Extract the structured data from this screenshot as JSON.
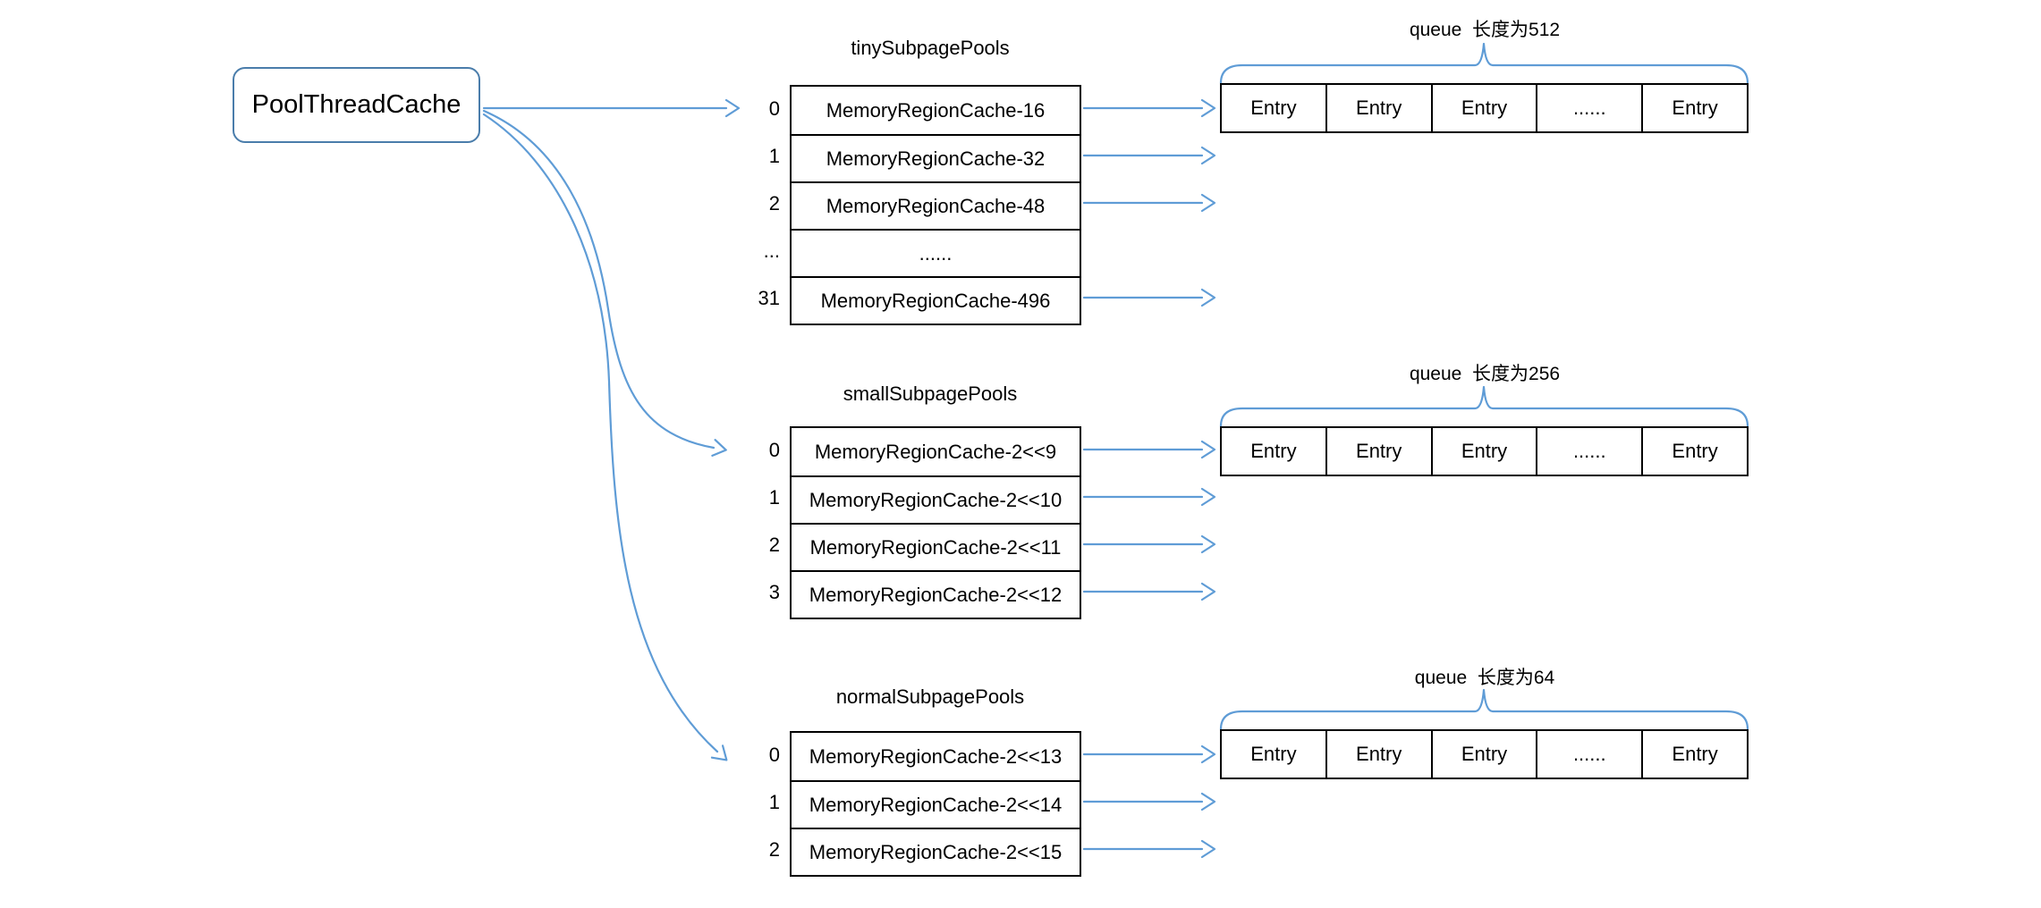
{
  "diagram": {
    "root": {
      "label": "PoolThreadCache"
    },
    "colors": {
      "arrow_blue": "#5f9cd6",
      "root_box_border": "#4a7dab",
      "table_border": "#000000",
      "background": "#ffffff"
    },
    "sections": [
      {
        "title": "tinySubpagePools",
        "queue_label": "queue  长度为512",
        "rows": [
          {
            "index": "0",
            "label": "MemoryRegionCache-16"
          },
          {
            "index": "1",
            "label": "MemoryRegionCache-32"
          },
          {
            "index": "2",
            "label": "MemoryRegionCache-48"
          },
          {
            "index": "...",
            "label": "......"
          },
          {
            "index": "31",
            "label": "MemoryRegionCache-496"
          }
        ],
        "queue_cells": [
          "Entry",
          "Entry",
          "Entry",
          "......",
          "Entry"
        ]
      },
      {
        "title": "smallSubpagePools",
        "queue_label": "queue  长度为256",
        "rows": [
          {
            "index": "0",
            "label": "MemoryRegionCache-2<<9"
          },
          {
            "index": "1",
            "label": "MemoryRegionCache-2<<10"
          },
          {
            "index": "2",
            "label": "MemoryRegionCache-2<<11"
          },
          {
            "index": "3",
            "label": "MemoryRegionCache-2<<12"
          }
        ],
        "queue_cells": [
          "Entry",
          "Entry",
          "Entry",
          "......",
          "Entry"
        ]
      },
      {
        "title": "normalSubpagePools",
        "queue_label": "queue  长度为64",
        "rows": [
          {
            "index": "0",
            "label": "MemoryRegionCache-2<<13"
          },
          {
            "index": "1",
            "label": "MemoryRegionCache-2<<14"
          },
          {
            "index": "2",
            "label": "MemoryRegionCache-2<<15"
          }
        ],
        "queue_cells": [
          "Entry",
          "Entry",
          "Entry",
          "......",
          "Entry"
        ]
      }
    ]
  }
}
